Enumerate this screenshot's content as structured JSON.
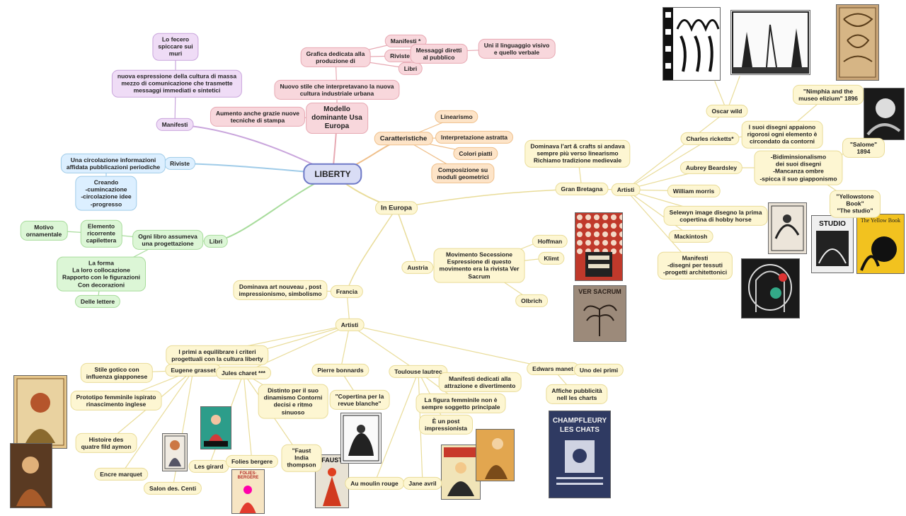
{
  "root": "LIBERTY",
  "manifesti_branch": {
    "label": "Manifesti",
    "desc": "nuova espressione della cultura di massa\nmezzo di comunicazione che trasmette\nmessaggi immediati e sintetici",
    "note": "Lo fecero\nspiccare sui\nmuri"
  },
  "riviste_branch": {
    "label": "Riviste",
    "desc": "Una circolazione informazioni\naffidata pubblicazioni periodiche",
    "creando": "Creando\n-cumincazione\n-circolazione idee\n-progresso"
  },
  "libri_branch": {
    "label": "Libri",
    "progettazione": "Ogni libro assumeva\nuna progettazione",
    "elemento": "Elemento\nricorrente\ncapilettera",
    "motivo": "Motivo\nornamentale",
    "forma": "La forma\nLa loro collocazione\nRapporto con le figurazioni\nCon decorazioni",
    "lettere": "Delle lettere"
  },
  "modello_branch": {
    "label": "Modello\ndominante Usa\nEuropa",
    "aumento": "Aumento anche grazie nuove\ntecniche di stampa",
    "nuovo_stile": "Nuovo stile che interpretavano la nuova\ncultura industriale urbana",
    "grafica": "Grafica dedicata alla\nproduzione di",
    "manifesti": "Manifesti *",
    "riviste": "Riviste",
    "libri": "Libri",
    "messaggi": "Messaggi diretti\nal pubblico",
    "linguaggio": "Uni il linguaggio visivo\ne quello verbale"
  },
  "caratteristiche_branch": {
    "label": "Caratteristiche",
    "linearismo": "Linearismo",
    "astratta": "Interpretazione astratta",
    "colori": "Colori piatti",
    "composizione": "Composizione su\nmoduli geometrici"
  },
  "europa": "In Europa",
  "gran_bretagna": {
    "label": "Gran Bretagna",
    "desc": "Dominava l'art & crafts si andava\nsempre più verso linearismo\nRichiamo tradizione medievale",
    "artisti": "Artisti",
    "oscar": "Oscar wild",
    "ricketts": "Charles ricketts*",
    "ricketts_desc": "I suoi disegni appaiono\nrigorosi ogni elemento è\ncircondato da contorni",
    "nimphia": "\"Nimphia and the\nmuseo elizium\" 1896",
    "beardsley": "Aubrey Beardsley",
    "beardsley_desc": "-Bidiminsionalismo\ndei suoi disegni\n-Mancanza ombre\n-spicca il suo giapponismo",
    "salome": "\"Salome\" 1894",
    "yellowstone": "\"Yellowstone Book\"\n\"The studio\"",
    "morris": "William morris",
    "selewyn": "Selewyn image disegno la prima\ncopertina di hobby horse",
    "mackintosh": "Mackintosh",
    "mackintosh_desc": "Manifesti\n-disegni per tessuti\n-progetti architettonici"
  },
  "austria": {
    "label": "Austria",
    "desc": "Movimento Secessione\nEspressione di questo\nmovimento era la rivista Ver\nSacrum",
    "hoffman": "Hoffman",
    "klimt": "Klimt",
    "olbrich": "Olbrich"
  },
  "francia": {
    "label": "Francia",
    "desc": "Dominava art nouveau , post\nimpressionismo, simbolismo",
    "artisti": "Artisti",
    "primi": "I primi a equilibrare i criteri\nprogettuali con la cultura liberty",
    "grasset": "Eugene grasset",
    "gotico": "Stile gotico con\ninfluenza giapponese",
    "prototipo": "Prototipo femminile ispirato\nrinascimento inglese",
    "histoire": "Histoire des\nquatre fild aymon",
    "encre": "Encre marquet",
    "salon": "Salon des. Centi",
    "charet": "Jules charet ***",
    "girard": "Les girard",
    "folies": "Folies bergere",
    "distinto": "Distinto per il suo\ndinamismo Contorni\ndecisi e ritmo\nsinuoso",
    "faust": "\"Faust\nIndia\nthompson",
    "bonnards": "Pierre bonnards",
    "copertina": "\"Copertina per la\nrevue blanche\"",
    "lautrec": "Toulouse lautrec",
    "dedicati": "Manifesti dedicati alla\nattrazione e divertimento",
    "figura": "La figura femminile non è\nsempre soggetto principale",
    "post": "È un post\nimpressionista",
    "moulin": "Au moulin rouge",
    "avril": "Jane avril",
    "manet": "Edwars manet",
    "uno": "Uno dei primi",
    "affiche": "Affiche pubblicità\nnell les charts"
  },
  "image_text": {
    "studio": "STUDIO",
    "yellow_book": "The Yellow Book",
    "ver_sacrum": "VER SACRUM",
    "les_chats": "CHAMPFLEURY\nLES CHATS",
    "faust": "FAUST",
    "folies": "FOLIES-BERGÈRE"
  },
  "colors": {
    "pink": "#f8d7dc",
    "purple": "#efdcf6",
    "blue": "#dcefff",
    "green": "#dcf6d6",
    "orange": "#fde4c8",
    "yellow": "#fdf6d2",
    "root": "#d9ddf5"
  }
}
